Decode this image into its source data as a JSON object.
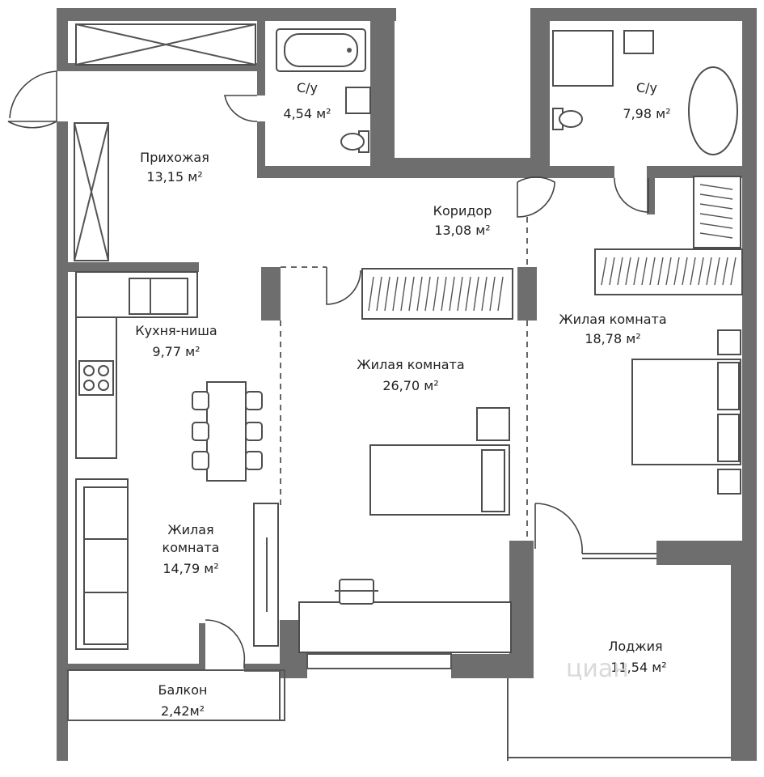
{
  "rooms": {
    "bath_1": {
      "name": "С/у",
      "area": "4,54 м²"
    },
    "bath_2": {
      "name": "С/у",
      "area": "7,98 м²"
    },
    "hall": {
      "name": "Прихожая",
      "area": "13,15 м²"
    },
    "corridor": {
      "name": "Коридор",
      "area": "13,08 м²"
    },
    "kitchen": {
      "name": "Кухня-ниша",
      "area": "9,77 м²"
    },
    "living_main": {
      "name": "Жилая комната",
      "area": "26,70 м²"
    },
    "bedroom_right": {
      "name": "Жилая комната",
      "area": "18,78 м²"
    },
    "bedroom_left": {
      "name_line1": "Жилая",
      "name_line2": "комната",
      "area": "14,79 м²"
    },
    "balcony": {
      "name": "Балкон",
      "area": "2,42м²"
    },
    "loggia": {
      "name": "Лоджия",
      "area": "11,54 м²"
    }
  },
  "watermark": "циан"
}
